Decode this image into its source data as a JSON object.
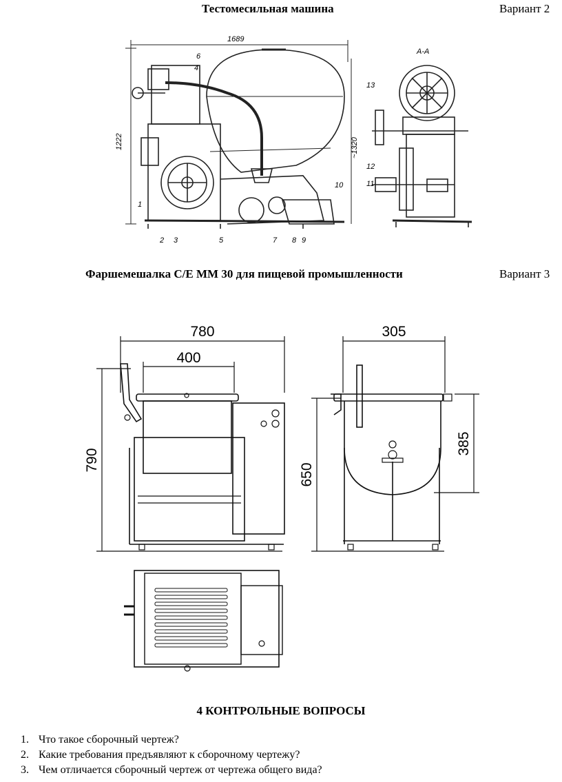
{
  "variant2": {
    "title": "Тестомесильная машина",
    "label": "Вариант 2",
    "drawing": {
      "dim_length": "1689",
      "dim_height": "1222",
      "dim_vessel": "~1320",
      "section": "А-А",
      "callouts": [
        "1",
        "2",
        "3",
        "4",
        "5",
        "6",
        "7",
        "8",
        "9",
        "10",
        "11",
        "12",
        "13"
      ]
    }
  },
  "variant3": {
    "title": "Фаршемешалка С/Е ММ 30 для пищевой промышленности",
    "label": "Вариант 3",
    "drawing": {
      "dim_width": "780",
      "dim_bowl": "400",
      "dim_height": "790",
      "dim_side_width": "305",
      "dim_side_height": "650",
      "dim_bowl_depth": "385"
    }
  },
  "questions": {
    "heading": "4 КОНТРОЛЬНЫЕ ВОПРОСЫ",
    "items": [
      {
        "num": "1.",
        "text": "Что такое сборочный чертеж?"
      },
      {
        "num": "2.",
        "text": "Какие требования предъявляют к сборочному чертежу?"
      },
      {
        "num": "3.",
        "text": "Чем отличается сборочный чертеж от чертежа общего вида?"
      }
    ]
  }
}
